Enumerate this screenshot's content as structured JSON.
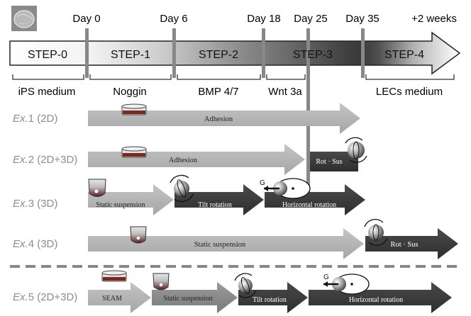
{
  "timeline": {
    "days": [
      "Day 0",
      "Day 6",
      "Day 18",
      "Day 25",
      "Day 35",
      "+2 weeks"
    ],
    "steps": [
      "STEP-0",
      "STEP-1",
      "STEP-2",
      "STEP-3",
      "STEP-4"
    ],
    "media": [
      "iPS medium",
      "Noggin",
      "BMP 4/7",
      "Wnt 3a",
      "LECs medium"
    ]
  },
  "experiments": [
    {
      "label_em": "Ex.",
      "label_rest": "1 (2D)",
      "stages": [
        "Adhesion"
      ]
    },
    {
      "label_em": "Ex.",
      "label_rest": "2 (2D+3D)",
      "stages": [
        "Adhesion",
        "Rot · Sus"
      ]
    },
    {
      "label_em": "Ex.",
      "label_rest": "3 (3D)",
      "stages": [
        "Static suspension",
        "Tilt rotation",
        "Horizontal rotation"
      ]
    },
    {
      "label_em": "Ex.",
      "label_rest": "4 (3D)",
      "stages": [
        "Static suspension",
        "Rot · Sus"
      ]
    },
    {
      "label_em": "Ex.",
      "label_rest": "5 (2D+3D)",
      "stages": [
        "SEAM",
        "Static suspension",
        "Tilt rotation",
        "Horizontal rotation"
      ]
    }
  ],
  "gravity_label": "G",
  "colors": {
    "light_gray": "#b4b4b4",
    "mid_gray": "#8c8c8c",
    "dark_gray": "#3c3c3c",
    "divider": "#888888"
  }
}
